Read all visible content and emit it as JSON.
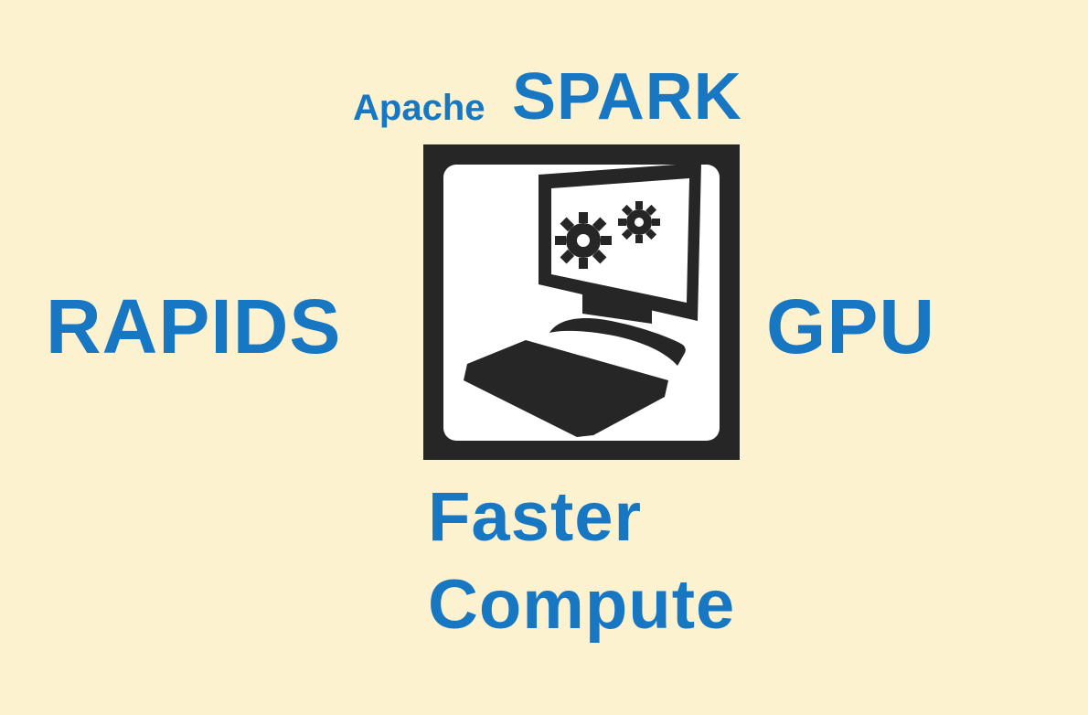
{
  "labels": {
    "apache": "Apache",
    "spark": "SPARK",
    "rapids": "RAPIDS",
    "gpu": "GPU",
    "faster": "Faster",
    "compute": "Compute"
  },
  "icon": {
    "name": "computer-with-gears-icon"
  },
  "colors": {
    "background": "#fdf2cf",
    "text": "#1877c2",
    "icon_dark": "#262626",
    "icon_light": "#ffffff"
  }
}
